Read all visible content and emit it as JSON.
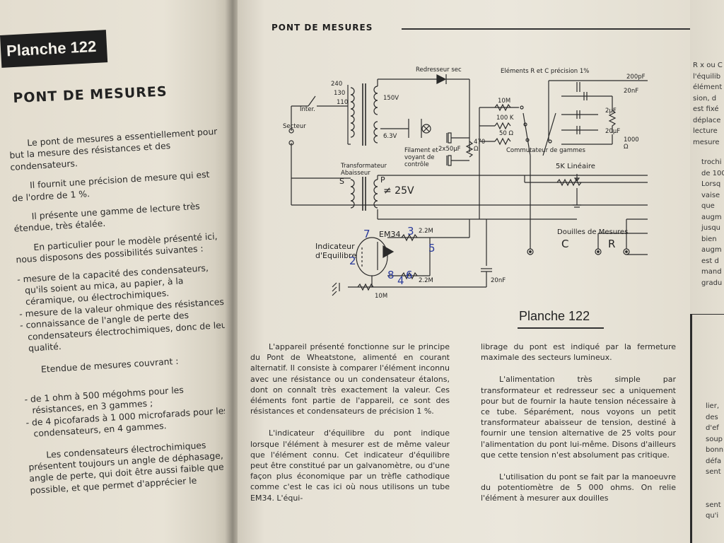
{
  "left_page": {
    "plate_tab": "Planche 122",
    "title": "PONT DE MESURES",
    "paragraphs": [
      "Le pont de mesures a essentiellement pour but la mesure des résistances et des condensateurs.",
      "Il fournit une précision de mesure qui est de l'ordre de 1 %.",
      "Il présente une gamme de lecture très étendue, très étalée.",
      "En particulier pour le modèle présenté ici, nous disposons des possibilités suivantes :"
    ],
    "list_items": [
      "- mesure de la capacité des condensateurs, qu'ils soient au mica, au papier, à la céramique, ou électrochimiques.",
      "- mesure de la valeur ohmique des résistances.",
      "- connaissance de l'angle de perte des condensateurs électrochimiques, donc de leur qualité."
    ],
    "range_heading": "Etendue de mesures couvrant :",
    "range_items": [
      "- de 1 ohm à 500 mégohms pour les résistances, en 3 gammes ;",
      "- de 4 picofarads à 1 000 microfarads pour les condensateurs, en 4 gammes."
    ],
    "last_paragraph": "Les condensateurs électrochimiques présentent toujours un angle de déphasage, ou angle de perte, qui doit être aussi faible que possible, et que permet d'apprécier le"
  },
  "right_page": {
    "header": "PONT DE MESURES",
    "schematic": {
      "labels": {
        "redresseur": "Redresseur sec",
        "elements": "Eléments R et C précision 1%",
        "c200": "200pF",
        "c20n_top": "20nF",
        "c2u": "2μF",
        "c20u": "20μF",
        "r1000": "1000 Ω",
        "r10m_range": "10M",
        "r100k": "100 K",
        "r50": "50 Ω",
        "commutateur": "Commutateur de gammes",
        "taps": [
          "240",
          "130",
          "110"
        ],
        "v150": "150V",
        "v63": "6.3V",
        "inter": "Inter.",
        "secteur": "Secteur",
        "filament": "Filament et voyant de contrôle",
        "c2x50": "2x50μF",
        "r470": "470 Ω",
        "transfo": "Transformateur Abaisseur",
        "s": "S",
        "p": "P",
        "v25": "≠ 25V",
        "lineaire": "5K Linéaire",
        "douilles": "Douilles de Mesures",
        "c_term": "C",
        "r_term": "R",
        "em34": "EM34",
        "indicateur": "Indicateur d'Equilibre",
        "r22m_top": "2.2M",
        "r22m_bot": "2.2M",
        "c20n_bot": "20nF",
        "r10m_bot": "10M"
      },
      "pin_marks": [
        "7",
        "3",
        "5",
        "2",
        "8",
        "4",
        "6"
      ]
    },
    "plate_title": "Planche 122",
    "col1": [
      "L'appareil présenté fonctionne sur le principe du Pont de Wheatstone, alimenté en courant alternatif. Il consiste à comparer l'élément inconnu avec une résistance ou un condensateur étalons, dont on connaît très exactement la valeur. Ces éléments font partie de l'appareil, ce sont des résistances et condensateurs de précision 1 %.",
      "L'indicateur d'équilibre du pont indique lorsque l'élément à mesurer est de même valeur que l'élément connu. Cet indicateur d'équilibre peut être constitué par un galvanomètre, ou d'une façon plus économique par un trèfle cathodique comme c'est le cas ici où nous utilisons un tube EM34. L'équi-"
    ],
    "col2": [
      "librage du pont est indiqué par la fermeture maximale des secteurs lumineux.",
      "L'alimentation très simple par transformateur et redresseur sec a uniquement pour but de fournir la haute tension nécessaire à ce tube. Séparément, nous voyons un petit transformateur abaisseur de tension, destiné à fournir une tension alternative de 25 volts pour l'alimentation du pont lui-même. Disons d'ailleurs que cette tension n'est absolument pas critique.",
      "L'utilisation du pont se fait par la manoeuvre du potentiomètre de 5 000 ohms. On relie l'élément à mesurer aux douilles"
    ]
  },
  "edge_page": {
    "lines_top": [
      "R x ou C",
      "l'équilib",
      "élément",
      "sion, d",
      "est fixé",
      "déplace",
      "lecture",
      "mesure"
    ],
    "lines_mid": [
      "trochi",
      "de 100",
      "Lorsq",
      "vaise",
      "que",
      "augm",
      "jusqu",
      "bien",
      "augm",
      "est d",
      "mand",
      "gradu"
    ],
    "lines_bot": [
      "lier,",
      "des",
      "d'ef",
      "soup",
      "bonn",
      "défa",
      "sent",
      "",
      "",
      "sent",
      "qu'i"
    ]
  }
}
